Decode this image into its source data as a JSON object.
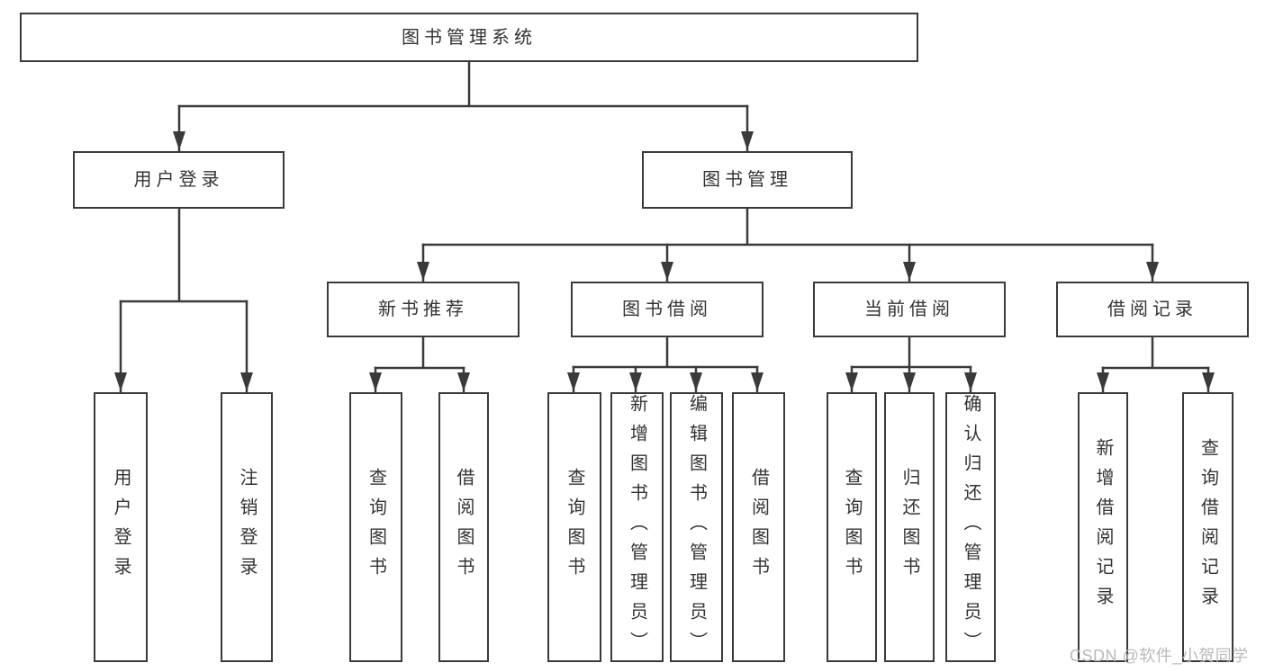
{
  "diagram": {
    "root": {
      "label": "图书管理系统"
    },
    "level2": {
      "user_login": {
        "label": "用户登录"
      },
      "book_management": {
        "label": "图书管理"
      }
    },
    "level3": {
      "new_book_recommend": {
        "label": "新书推荐"
      },
      "book_borrow": {
        "label": "图书借阅"
      },
      "current_borrow": {
        "label": "当前借阅"
      },
      "borrow_records": {
        "label": "借阅记录"
      }
    },
    "leaves": {
      "user_login": {
        "label": "用户登录"
      },
      "logout": {
        "label": "注销登录"
      },
      "query_book_recommend": {
        "label": "查询图书"
      },
      "borrow_book_recommend": {
        "label": "借阅图书"
      },
      "query_book_borrow": {
        "label": "查询图书"
      },
      "add_book_admin": {
        "label": "新增图书（管理员）"
      },
      "edit_book_admin": {
        "label": "编辑图书（管理员）"
      },
      "borrow_book_borrow": {
        "label": "借阅图书"
      },
      "query_book_current": {
        "label": "查询图书"
      },
      "return_book": {
        "label": "归还图书"
      },
      "confirm_return_admin": {
        "label": "确认归还（管理员）"
      },
      "add_borrow_record": {
        "label": "新增借阅记录"
      },
      "query_borrow_record": {
        "label": "查询借阅记录"
      }
    }
  },
  "watermark": {
    "text": "CSDN @软件_小贺同学"
  },
  "colors": {
    "line": "#3a3a3a",
    "text": "#333333",
    "watermark": "#b9b9b9",
    "background": "#ffffff"
  }
}
